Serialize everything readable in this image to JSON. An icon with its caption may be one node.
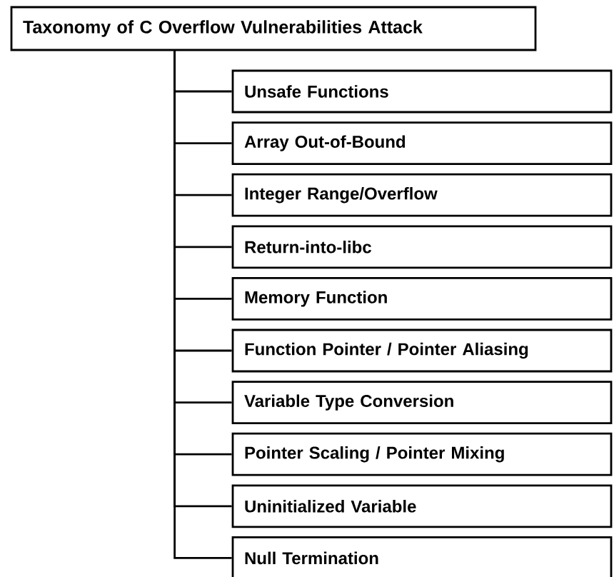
{
  "diagram": {
    "nodes": [
      {
        "text": [
          "Taxonomy of C Overflow Vulnerabilities Attack"
        ]
      },
      {
        "text": [
          "Unsafe Functions"
        ]
      },
      {
        "text": [
          "Array Out-of-Bound"
        ]
      },
      {
        "text": [
          "Integer Range/Overflow"
        ]
      },
      {
        "text": [
          "Return-into-libc"
        ]
      },
      {
        "text": [
          "Memory Function"
        ]
      },
      {
        "text": [
          "Function Pointer / Pointer Aliasing"
        ]
      },
      {
        "text": [
          "Variable Type Conversion"
        ]
      },
      {
        "text": [
          "Pointer Scaling / Pointer Mixing"
        ]
      },
      {
        "text": [
          "Uninitialized Variable"
        ]
      },
      {
        "text": [
          "Null Termination"
        ]
      }
    ],
    "edges": [
      {
        "from": 0,
        "to": 1,
        "arrow": "none"
      },
      {
        "from": 0,
        "to": 2,
        "arrow": "none"
      },
      {
        "from": 0,
        "to": 3,
        "arrow": "none"
      },
      {
        "from": 0,
        "to": 4,
        "arrow": "none"
      },
      {
        "from": 0,
        "to": 5,
        "arrow": "none"
      },
      {
        "from": 0,
        "to": 6,
        "arrow": "none"
      },
      {
        "from": 0,
        "to": 7,
        "arrow": "none"
      },
      {
        "from": 0,
        "to": 8,
        "arrow": "none"
      },
      {
        "from": 0,
        "to": 9,
        "arrow": "none"
      },
      {
        "from": 0,
        "to": 10,
        "arrow": "none"
      }
    ]
  }
}
